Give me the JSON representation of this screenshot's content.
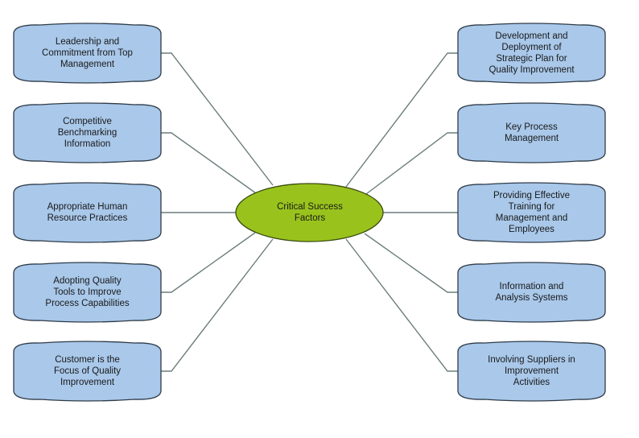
{
  "diagram": {
    "type": "mind-map",
    "center": {
      "label": "Critical Success\nFactors",
      "fill": "#99C31C",
      "stroke": "#3a4a10"
    },
    "node_style": {
      "fill": "#A9C8EA",
      "stroke": "#2f3b48"
    },
    "connector_color": "#6c7d7d",
    "left_nodes": [
      {
        "label": "Leadership and\nCommitment from Top\nManagement"
      },
      {
        "label": "Competitive\nBenchmarking\nInformation"
      },
      {
        "label": "Appropriate Human\nResource Practices"
      },
      {
        "label": "Adopting Quality\nTools to Improve\nProcess Capabilities"
      },
      {
        "label": "Customer is the\nFocus of Quality\nImprovement"
      }
    ],
    "right_nodes": [
      {
        "label": "Development and\nDeployment of\nStrategic Plan for\nQuality Improvement"
      },
      {
        "label": "Key Process\nManagement"
      },
      {
        "label": "Providing Effective\nTraining for\nManagement and\nEmployees"
      },
      {
        "label": "Information and\nAnalysis Systems"
      },
      {
        "label": "Involving Suppliers in\nImprovement\nActivities"
      }
    ]
  }
}
